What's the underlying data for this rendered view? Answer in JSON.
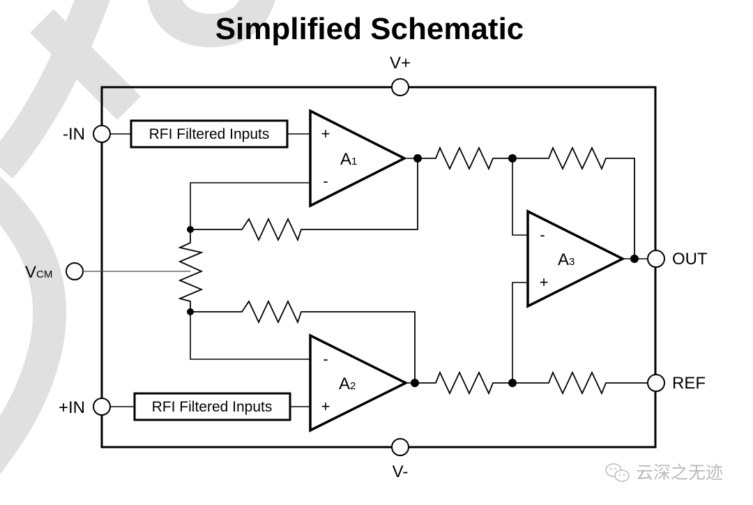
{
  "title": "Simplified Schematic",
  "pins": {
    "v_plus": "V+",
    "v_minus": "V-",
    "in_minus": "-IN",
    "in_plus": "+IN",
    "vcm_main": "V",
    "vcm_sub": "CM",
    "out": "OUT",
    "ref": "REF"
  },
  "blocks": {
    "rfi_top": "RFI Filtered Inputs",
    "rfi_bottom": "RFI Filtered Inputs"
  },
  "amplifiers": [
    {
      "name": "A",
      "sub": "1",
      "top_input": "+",
      "bottom_input": "-"
    },
    {
      "name": "A",
      "sub": "2",
      "top_input": "-",
      "bottom_input": "+"
    },
    {
      "name": "A",
      "sub": "3",
      "top_input": "-",
      "bottom_input": "+"
    }
  ],
  "watermark": {
    "text": "云深之无迹",
    "icon": "wechat-icon"
  },
  "colors": {
    "line": "#000000",
    "background": "#ffffff",
    "watermark": "#e0e0e0"
  }
}
